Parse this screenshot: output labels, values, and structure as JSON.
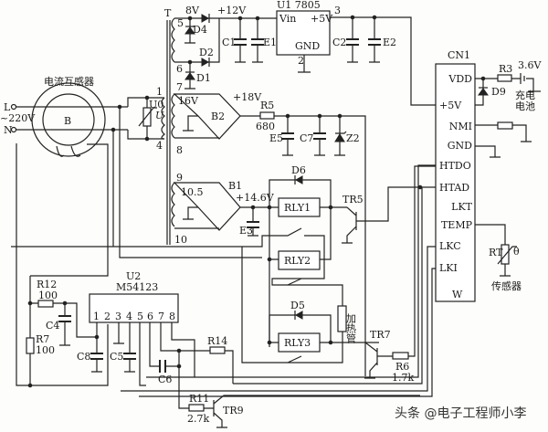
{
  "transformer": {
    "name": "T",
    "pins": [
      "5",
      "6",
      "7",
      "1",
      "4",
      "8",
      "9",
      "10"
    ],
    "v8": "8V",
    "v16": "16V",
    "v10": "10.5"
  },
  "power": {
    "v12": "+12V",
    "v18": "+18V",
    "v146": "+14.6V"
  },
  "regulator": {
    "name": "U1 7805",
    "vin": "Vin",
    "vout": "+5V",
    "gnd": "GND",
    "pin2": "2",
    "pin3": "3"
  },
  "components": {
    "D4": "D4",
    "D2": "D2",
    "D1": "D1",
    "C1": "C1",
    "E1": "E1",
    "C2": "C2",
    "E2": "E2",
    "B2": "B2",
    "R5": "R5",
    "R5_val": "680",
    "E5": "E5",
    "C7": "C7",
    "Z2": "Z2",
    "B1": "B1",
    "E3": "E3",
    "D6": "D6",
    "RLY1": "RLY1",
    "TR5": "TR5",
    "RLY2": "RLY2",
    "D5": "D5",
    "RLY3": "RLY3",
    "heater": "加热管",
    "TR7": "TR7",
    "R6": "R6",
    "R6_val": "1.7k",
    "R3": "R3",
    "D9": "D9",
    "battery_v": "3.6V",
    "battery_l1": "充电",
    "battery_l2": "电池",
    "RT": "RT",
    "theta": "θ",
    "sensor": "传感器",
    "R12": "R12",
    "R12_val": "100",
    "C4": "C4",
    "R7": "R7",
    "R7_val": "100",
    "C8": "C8",
    "C5": "C5",
    "C6": "C6",
    "R14": "R14",
    "R11": "R11",
    "R11_val": "2.7k",
    "TR9": "TR9"
  },
  "ct": {
    "title": "电流互感器",
    "core": "B",
    "L": "L",
    "N": "N",
    "voltage": "~220V",
    "u0": "U0",
    "u": "U"
  },
  "u2": {
    "name": "U2",
    "part": "M54123",
    "pins": [
      "1",
      "2",
      "3",
      "4",
      "5",
      "6",
      "7",
      "8"
    ]
  },
  "cn1": {
    "name": "CN1",
    "pins_right": [
      "VDD",
      "NMI",
      "GND",
      "LKT",
      "TEMP"
    ],
    "pins_left": [
      "+5V",
      "HTDO",
      "HTAD",
      "LKC",
      "LKI"
    ],
    "bottom": "W"
  },
  "watermark": "头条 @电子工程师小李"
}
